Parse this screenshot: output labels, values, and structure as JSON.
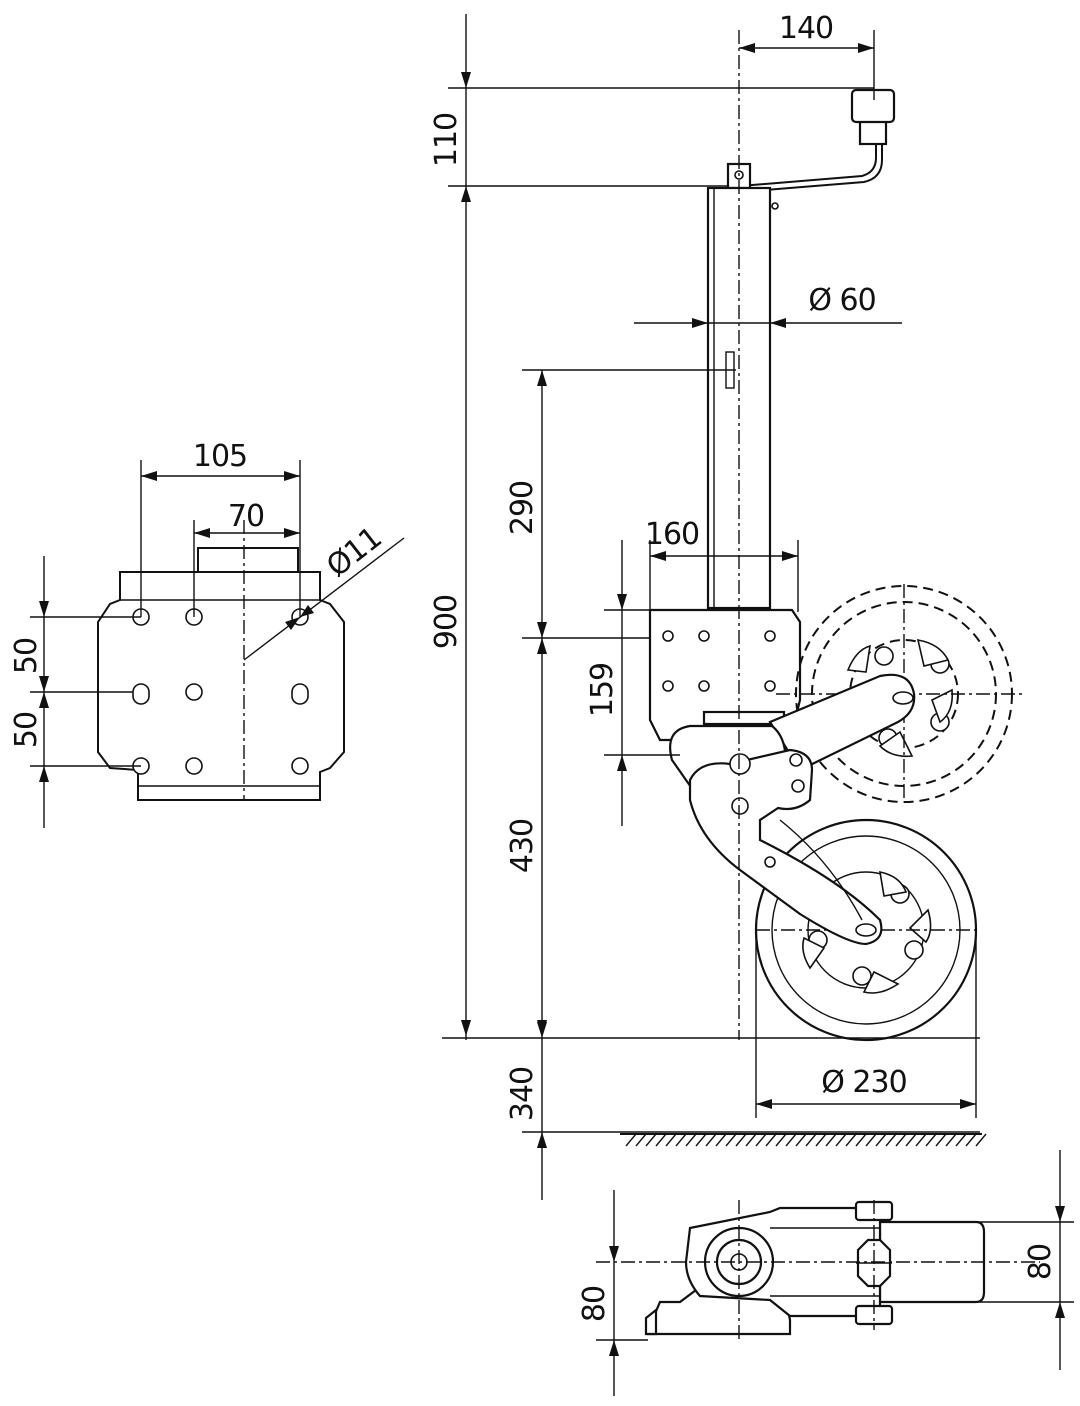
{
  "colors": {
    "line": "#111111",
    "background": "#ffffff"
  },
  "plate_view": {
    "dim_width_outer": "105",
    "dim_width_inner": "70",
    "dim_hole_dia": "Ø11",
    "dim_pitch_top": "50",
    "dim_pitch_bottom": "50"
  },
  "side_view": {
    "dim_handle_offset": "140",
    "dim_handle_height": "110",
    "dim_tube_dia": "Ø 60",
    "dim_total_height": "900",
    "dim_upper_travel": "290",
    "dim_plate_width": "160",
    "dim_plate_height": "159",
    "dim_lower_travel": "430",
    "dim_ground_clearance": "340",
    "dim_wheel_dia": "Ø 230"
  },
  "bottom_view": {
    "dim_left_80": "80",
    "dim_right_80": "80"
  }
}
